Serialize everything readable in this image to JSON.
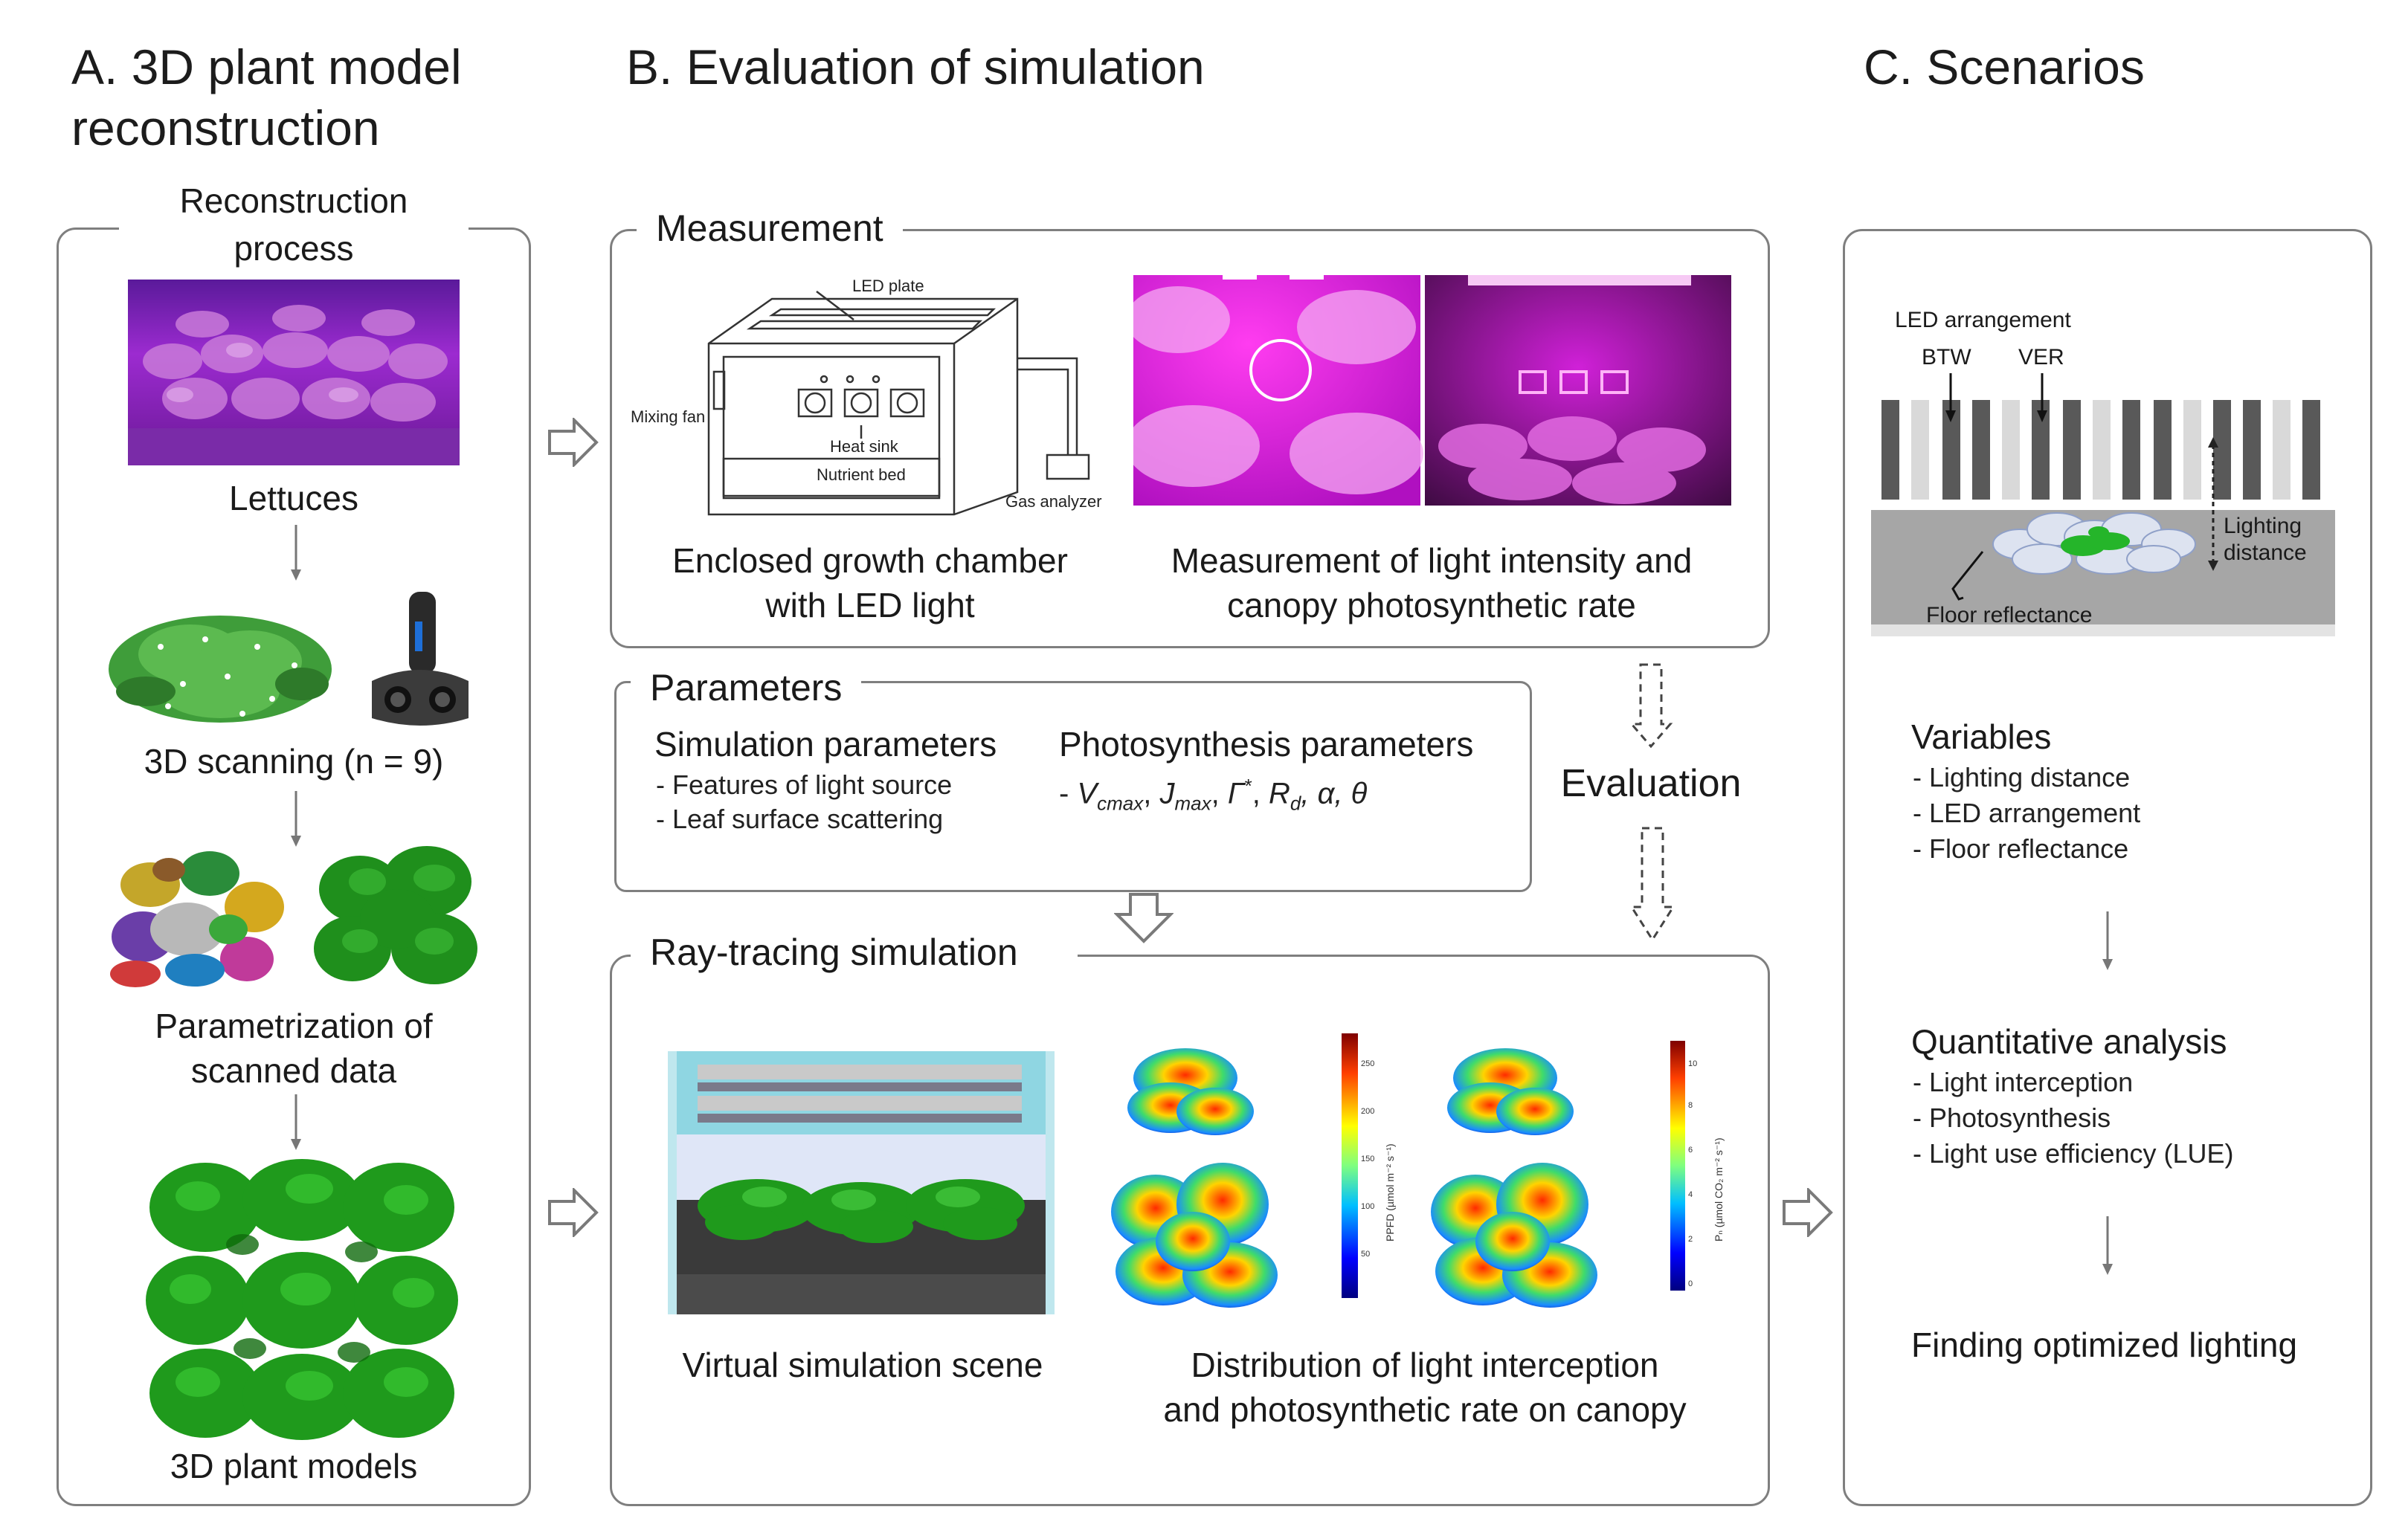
{
  "panelA": {
    "title_line1": "A. 3D plant model",
    "title_line2": "reconstruction",
    "process_line1": "Reconstruction",
    "process_line2": "process",
    "lettuces": "Lettuces",
    "scanning": "3D scanning (n = 9)",
    "param_line1": "Parametrization of",
    "param_line2": "scanned data",
    "models": "3D plant models"
  },
  "panelB": {
    "title": "B. Evaluation of simulation",
    "measurement": {
      "header": "Measurement",
      "led_plate": "LED plate",
      "mixing_fan": "Mixing fan",
      "heat_sink": "Heat sink",
      "nutrient_bed": "Nutrient bed",
      "gas_analyzer": "Gas analyzer",
      "chamber_line1": "Enclosed growth chamber",
      "chamber_line2": "with LED light",
      "meas_line1": "Measurement of light intensity and",
      "meas_line2": "canopy photosynthetic rate"
    },
    "parameters": {
      "header": "Parameters",
      "sim_title": "Simulation parameters",
      "sim_items": [
        "- Features of light source",
        "- Leaf surface scattering"
      ],
      "photo_title": "Photosynthesis parameters",
      "photo_dash": "- ",
      "photo_vc": "V",
      "photo_vc_sub": "cmax",
      "photo_sep1": ", ",
      "photo_j": "J",
      "photo_j_sub": "max",
      "photo_sep2": ", ",
      "photo_gamma": "Γ",
      "photo_gamma_sup": "*",
      "photo_sep3": ", ",
      "photo_r": "R",
      "photo_r_sub": "d",
      "photo_rest": ", α, θ"
    },
    "evaluation": "Evaluation",
    "raytracing": {
      "header": "Ray-tracing simulation",
      "virtual_scene": "Virtual simulation scene",
      "dist_line1": "Distribution of light interception",
      "dist_line2": "and photosynthetic rate on canopy",
      "cb1_label": "PPFD (µmol m⁻² s⁻¹)",
      "cb1_ticks": [
        "250",
        "200",
        "150",
        "100",
        "50"
      ],
      "cb2_label": "Pₙ (µmol CO₂ m⁻² s⁻¹)",
      "cb2_ticks": [
        "10",
        "8",
        "6",
        "4",
        "2",
        "0"
      ]
    }
  },
  "panelC": {
    "title": "C. Scenarios",
    "led_arrangement": "LED arrangement",
    "btw": "BTW",
    "ver": "VER",
    "lighting": "Lighting",
    "distance": "distance",
    "floor_reflectance": "Floor reflectance",
    "variables_title": "Variables",
    "variables": [
      "- Lighting distance",
      "- LED arrangement",
      "- Floor reflectance"
    ],
    "quant_title": "Quantitative analysis",
    "quant_items": [
      "- Light interception",
      "- Photosynthesis",
      "- Light use efficiency (LUE)"
    ],
    "finding": "Finding optimized lighting"
  },
  "colors": {
    "frame": "#7f7f7f",
    "grow_light_magenta": "#c21fd6",
    "lettuce_green": "#1f9a1c",
    "text": "#1a1a1a"
  }
}
